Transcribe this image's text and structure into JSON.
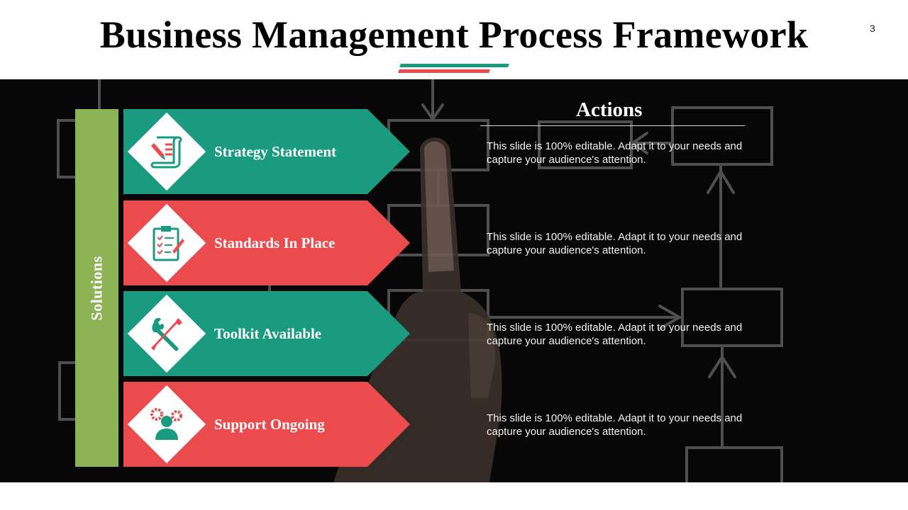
{
  "slide": {
    "title": "Business Management Process Framework",
    "page_number": "3"
  },
  "sidebar": {
    "label": "Solutions"
  },
  "colors": {
    "teal": "#1a9b7f",
    "red": "#ec4b4e",
    "green": "#8db357",
    "background": "#070707"
  },
  "items": [
    {
      "label": "Strategy Statement",
      "icon": "document-pen-icon",
      "color": "teal"
    },
    {
      "label": "Standards In Place",
      "icon": "checklist-clipboard-icon",
      "color": "red"
    },
    {
      "label": "Toolkit Available",
      "icon": "wrench-screwdriver-icon",
      "color": "teal"
    },
    {
      "label": "Support Ongoing",
      "icon": "person-gears-icon",
      "color": "red"
    }
  ],
  "actions": {
    "title": "Actions",
    "texts": [
      "This slide is 100% editable. Adapt it to your needs and capture your audience's attention.",
      "This slide is 100% editable. Adapt it to your needs and capture your audience's attention.",
      "This slide is 100% editable. Adapt it to your needs and capture your audience's attention.",
      "This slide is 100% editable. Adapt it to your needs and capture your audience's attention."
    ]
  }
}
